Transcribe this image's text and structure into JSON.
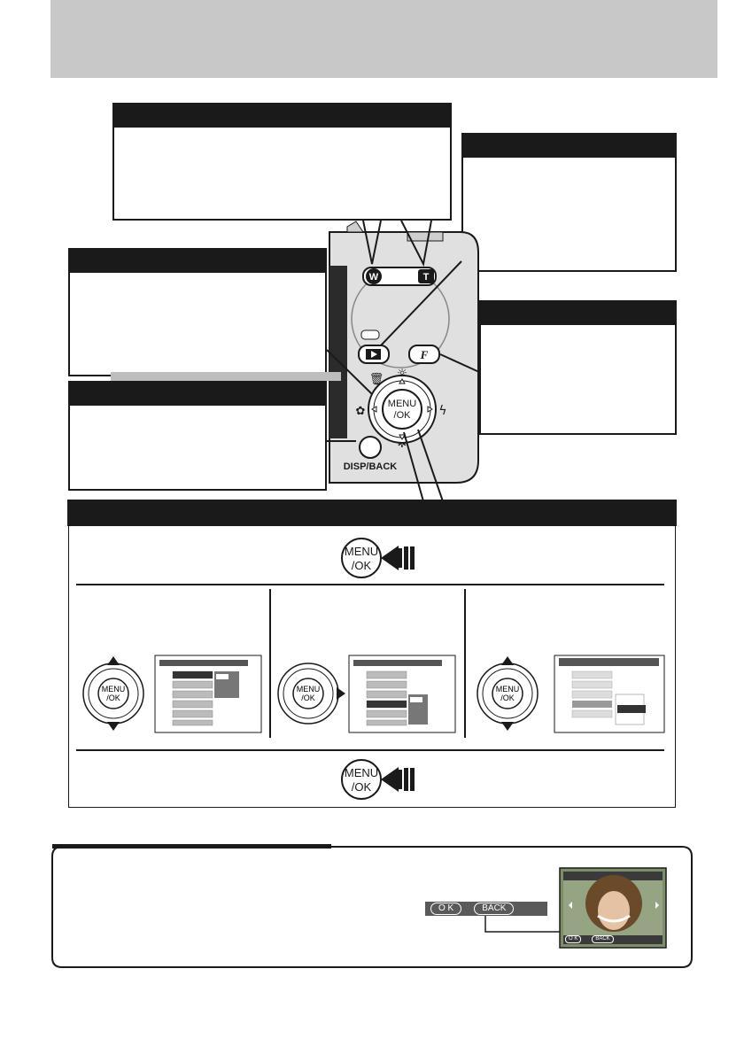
{
  "page": {
    "header_band": ""
  },
  "camera": {
    "buttons": {
      "zoom_wide": "W",
      "zoom_tele": "T",
      "menu_ok_line1": "MENU",
      "menu_ok_line2": "/OK",
      "disp_back": "DISP/BACK"
    }
  },
  "menu_section": {
    "step_buttons": {
      "line1": "MENU",
      "line2": "/OK"
    },
    "mini_pad": {
      "line1": "MENU",
      "line2": "/OK"
    }
  },
  "note": {
    "button_bar": {
      "ok_label": "O K",
      "back_label": "BACK"
    },
    "screen_bar": {
      "ok_label": "O K",
      "back_label": "BACK"
    }
  },
  "colors": {
    "band": "#c8c8c8",
    "ink": "#1a1a1a",
    "screen": "#555555",
    "panel_gray": "#8a8a8a"
  }
}
